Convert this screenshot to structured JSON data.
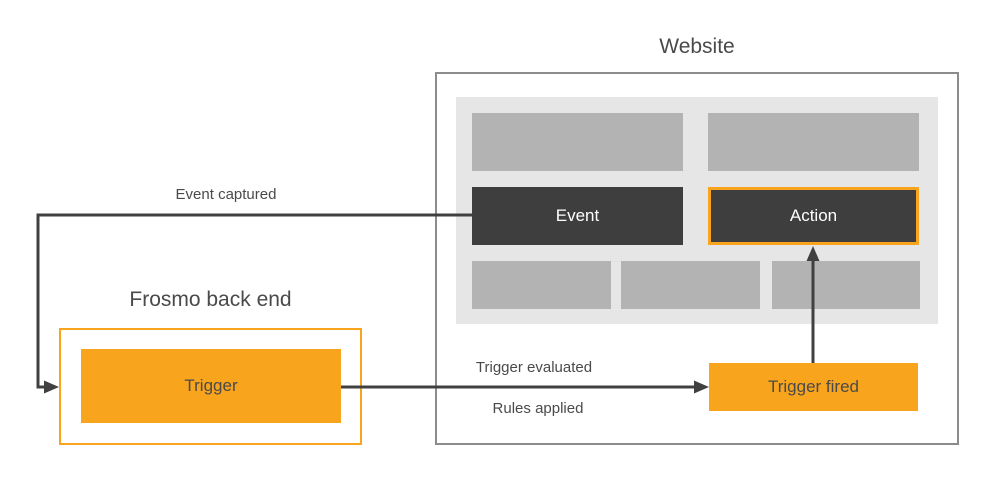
{
  "colors": {
    "accent-orange": "#F8A41C",
    "dark-box": "#3E3E3E",
    "panel-gray": "#E6E6E6",
    "placeholder-gray": "#B3B3B3",
    "border-gray": "#8C8C8C",
    "line-dark": "#404040",
    "text-dark": "#4A4A4A"
  },
  "website": {
    "title": "Website",
    "event_label": "Event",
    "action_label": "Action"
  },
  "backend": {
    "title": "Frosmo back end",
    "trigger_label": "Trigger"
  },
  "flow": {
    "event_captured": "Event captured",
    "trigger_evaluated": "Trigger evaluated",
    "rules_applied": "Rules applied",
    "trigger_fired": "Trigger fired"
  }
}
